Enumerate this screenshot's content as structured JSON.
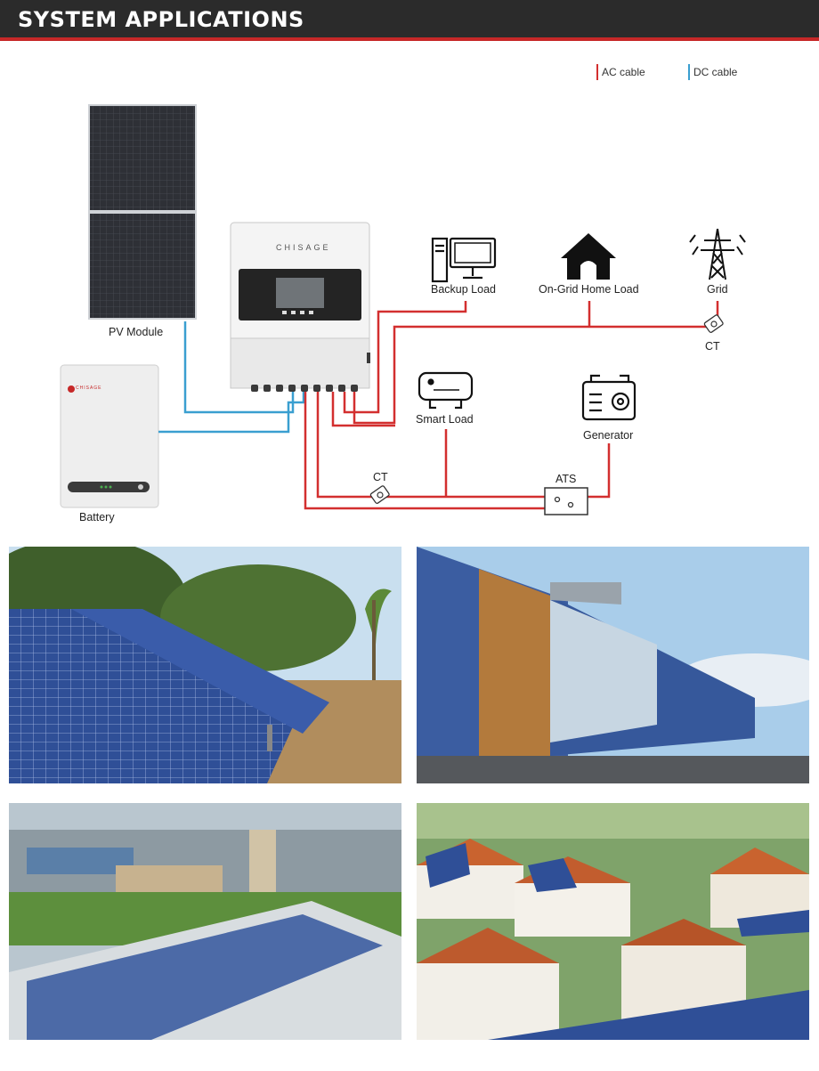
{
  "header": {
    "title": "SYSTEM APPLICATIONS"
  },
  "legend": {
    "ac": {
      "label": "AC cable",
      "color": "#d32f2f"
    },
    "dc": {
      "label": "DC cable",
      "color": "#3a9fd0"
    }
  },
  "inverter": {
    "brand": "CHISAGE"
  },
  "battery": {
    "brand": "CHISAGE"
  },
  "labels": {
    "pv_module": "PV Module",
    "battery": "Battery",
    "backup_load": "Backup Load",
    "on_grid_home_load": "On-Grid Home Load",
    "grid": "Grid",
    "ct_grid": "CT",
    "smart_load": "Smart Load",
    "generator": "Generator",
    "ct_lower": "CT",
    "ats": "ATS"
  }
}
